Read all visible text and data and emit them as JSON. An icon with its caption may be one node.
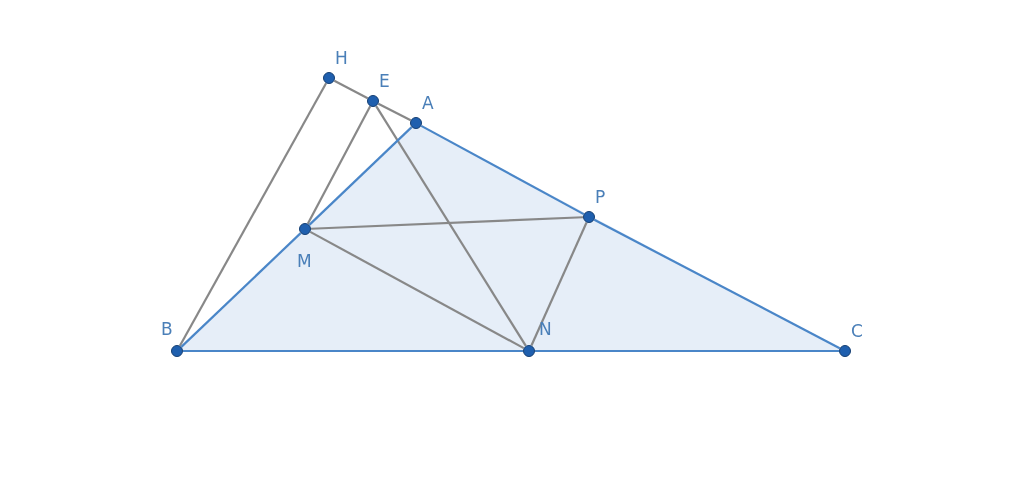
{
  "diagram": {
    "nodes": [
      {
        "text": [
          "H"
        ]
      },
      {
        "text": [
          "E"
        ]
      },
      {
        "text": [
          "A"
        ]
      },
      {
        "text": [
          "P"
        ]
      },
      {
        "text": [
          "M"
        ]
      },
      {
        "text": [
          "B"
        ]
      },
      {
        "text": [
          "N"
        ]
      },
      {
        "text": [
          "C"
        ]
      }
    ],
    "edges": [
      {
        "from": 0,
        "to": 5,
        "arrow": "none"
      },
      {
        "from": 0,
        "to": 1,
        "arrow": "none"
      },
      {
        "from": 1,
        "to": 2,
        "arrow": "none"
      },
      {
        "from": 1,
        "to": 4,
        "arrow": "none"
      },
      {
        "from": 1,
        "to": 6,
        "arrow": "none"
      },
      {
        "from": 4,
        "to": 3,
        "arrow": "none"
      },
      {
        "from": 4,
        "to": 6,
        "arrow": "none"
      },
      {
        "from": 3,
        "to": 6,
        "arrow": "none"
      },
      {
        "from": 5,
        "to": 4,
        "arrow": "none",
        "color": "#4a86c8"
      },
      {
        "from": 4,
        "to": 2,
        "arrow": "none",
        "color": "#4a86c8"
      },
      {
        "from": 2,
        "to": 3,
        "arrow": "none",
        "color": "#4a86c8"
      },
      {
        "from": 3,
        "to": 7,
        "arrow": "none",
        "color": "#4a86c8"
      },
      {
        "from": 5,
        "to": 6,
        "arrow": "none",
        "color": "#4a86c8"
      },
      {
        "from": 6,
        "to": 7,
        "arrow": "none",
        "color": "#4a86c8"
      }
    ]
  }
}
